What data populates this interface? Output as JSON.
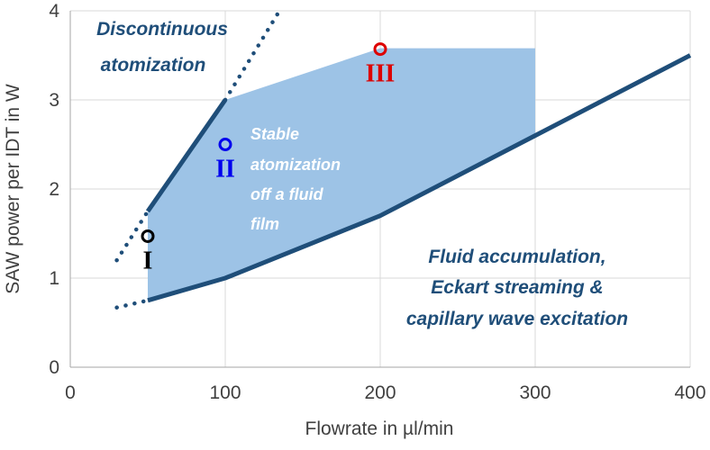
{
  "chart_data": {
    "type": "line",
    "xlabel": "Flowrate in µl/min",
    "ylabel": "SAW power per IDT in W",
    "xlim": [
      0,
      400
    ],
    "ylim": [
      0,
      4
    ],
    "x_ticks": [
      "0",
      "100",
      "200",
      "300",
      "400"
    ],
    "y_ticks": [
      "0",
      "1",
      "2",
      "3",
      "4"
    ],
    "grid": true,
    "colors": {
      "line": "#1f4e79",
      "fill": "#9dc3e6",
      "grid": "#d9d9d9",
      "I": "#000000",
      "II": "#0000ee",
      "III": "#dd0000"
    },
    "lower_boundary": {
      "solid": [
        [
          50,
          0.75
        ],
        [
          100,
          1.0
        ],
        [
          200,
          1.7
        ],
        [
          300,
          2.6
        ],
        [
          400,
          3.5
        ]
      ],
      "dotted": [
        [
          30,
          0.67
        ],
        [
          50,
          0.75
        ]
      ]
    },
    "upper_boundary": {
      "solid": [
        [
          50,
          1.75
        ],
        [
          100,
          3.0
        ]
      ],
      "dotted_low": [
        [
          30,
          1.2
        ],
        [
          50,
          1.75
        ]
      ],
      "dotted_high": [
        [
          100,
          3.0
        ],
        [
          135,
          4.0
        ]
      ]
    },
    "stable_region": [
      [
        50,
        0.75
      ],
      [
        100,
        1.0
      ],
      [
        200,
        1.7
      ],
      [
        300,
        2.6
      ],
      [
        300,
        3.58
      ],
      [
        200,
        3.58
      ],
      [
        100,
        3.0
      ],
      [
        50,
        1.75
      ]
    ],
    "points": [
      {
        "label": "I",
        "x": 50,
        "y": 1.47
      },
      {
        "label": "II",
        "x": 100,
        "y": 2.5
      },
      {
        "label": "III",
        "x": 200,
        "y": 3.57
      }
    ],
    "annotations": {
      "discontinuous": [
        "Discontinuous",
        "atomization"
      ],
      "stable": [
        "Stable",
        "atomization",
        "off a fluid",
        "film"
      ],
      "accumulation": [
        "Fluid accumulation,",
        "Eckart streaming &",
        "capillary wave excitation"
      ]
    }
  }
}
